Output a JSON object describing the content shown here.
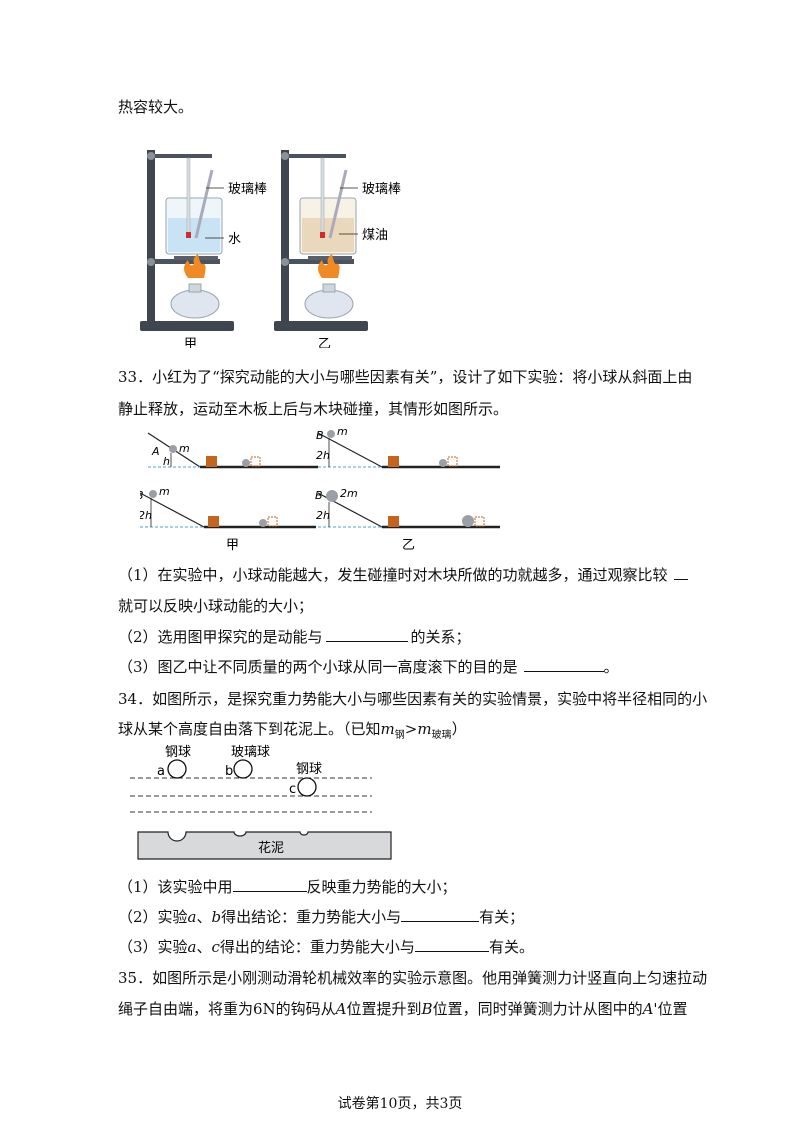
{
  "intro_fragment": "热容较大。",
  "fig32": {
    "left": {
      "rod_label": "玻璃棒",
      "liquid_label": "水",
      "caption": "甲"
    },
    "right": {
      "rod_label": "玻璃棒",
      "liquid_label": "煤油",
      "caption": "乙"
    }
  },
  "q33": {
    "line1": "33．小红为了“探究动能的大小与哪些因素有关”，设计了如下实验：将小球从斜面上由",
    "line2": "静止释放，运动至木板上后与木块碰撞，其情形如图所示。",
    "fig": {
      "label_A": "A",
      "label_B": "B",
      "label_m": "m",
      "label_2m": "2m",
      "label_h": "h",
      "label_2h": "2h",
      "caption_left": "甲",
      "caption_right": "乙"
    },
    "sub1_a": "（1）在实验中，小球动能越大，发生碰撞时对木块所做的功就越多，通过观察比较",
    "sub1_b": "就可以反映小球动能的大小；",
    "sub2_a": "（2）选用图甲探究的是动能与",
    "sub2_b": "的关系；",
    "sub3_a": "（3）图乙中让不同质量的两个小球从同一高度滚下的目的是",
    "sub3_b": "。"
  },
  "q34": {
    "line1": "34．如图所示，是探究重力势能大小与哪些因素有关的实验情景，实验中将半径相同的小",
    "line2_a": "球从某个高度自由落下到花泥上。（已知",
    "m1": "m",
    "m1_sub": "钢",
    "gt": ">",
    "m2": "m",
    "m2_sub": "玻璃",
    "line2_b": "）",
    "fig": {
      "ball_a_name": "钢球",
      "ball_b_name": "玻璃球",
      "ball_c_name": "钢球",
      "letter_a": "a",
      "letter_b": "b",
      "letter_c": "c",
      "mud_label": "花泥"
    },
    "sub1_a": "（1）该实验中用",
    "sub1_b": "反映重力势能的大小；",
    "sub2_a": "（2）实验",
    "sub2_v1": "a",
    "sub2_sep": "、",
    "sub2_v2": "b",
    "sub2_b": "得出结论：重力势能大小与",
    "sub2_c": "有关；",
    "sub3_a": "（3）实验",
    "sub3_v1": "a",
    "sub3_sep": "、",
    "sub3_v2": "c",
    "sub3_b": "得出的结论：重力势能大小与",
    "sub3_c": "有关。"
  },
  "q35": {
    "line1": "35．如图所示是小刚测动滑轮机械效率的实验示意图。他用弹簧测力计竖直向上匀速拉动",
    "line2_a": "绳子自由端，将重为6N的钩码从",
    "A": "A",
    "line2_b": "位置提升到",
    "B": "B",
    "line2_c": "位置，同时弹簧测力计从图中的",
    "A_prime": "A'",
    "line2_d": "位置"
  },
  "footer": "试卷第10页，共3页"
}
